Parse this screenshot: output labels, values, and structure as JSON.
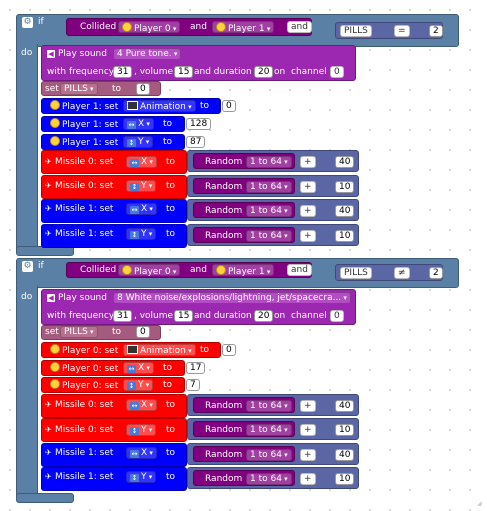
{
  "if_block_1": {
    "if_label": "if",
    "do_label": "do",
    "condition": {
      "collided_label": "Collided",
      "object_a": "Player 0",
      "and_label": "and",
      "object_b": "Player 1",
      "logic_op": "and",
      "var": "PILLS",
      "compare_op": "=",
      "value": "2"
    },
    "sound": {
      "play_label": "Play sound",
      "sound_name": "4 Pure tone.",
      "freq_label": "with frequency",
      "freq": "31",
      "vol_label": ", volume",
      "vol": "15",
      "dur_label": "and duration",
      "dur": "20",
      "on_label": "on",
      "channel_label": "channel",
      "channel": "0"
    },
    "set_var": {
      "set_label": "set",
      "var": "PILLS",
      "to_label": "to",
      "value": "0"
    },
    "sets": [
      {
        "label": "Player 1: set",
        "prop": "Animation",
        "to": "to",
        "value": "0"
      },
      {
        "label": "Player 1: set",
        "prop": "X",
        "to": "to",
        "value": "128"
      },
      {
        "label": "Player 1: set",
        "prop": "Y",
        "to": "to",
        "value": "87"
      }
    ],
    "missiles": [
      {
        "label": "Missile 0: set",
        "prop": "X",
        "to": "to",
        "random": "Random",
        "range": "1 to 64",
        "op": "+",
        "value": "40"
      },
      {
        "label": "Missile 0: set",
        "prop": "Y",
        "to": "to",
        "random": "Random",
        "range": "1 to 64",
        "op": "+",
        "value": "10"
      },
      {
        "label": "Missile 1: set",
        "prop": "X",
        "to": "to",
        "random": "Random",
        "range": "1 to 64",
        "op": "+",
        "value": "40"
      },
      {
        "label": "Missile 1: set",
        "prop": "Y",
        "to": "to",
        "random": "Random",
        "range": "1 to 64",
        "op": "+",
        "value": "10"
      }
    ]
  },
  "if_block_2": {
    "if_label": "if",
    "do_label": "do",
    "condition": {
      "collided_label": "Collided",
      "object_a": "Player 0",
      "and_label": "and",
      "object_b": "Player 1",
      "logic_op": "and",
      "var": "PILLS",
      "compare_op": "≠",
      "value": "2"
    },
    "sound": {
      "play_label": "Play sound",
      "sound_name": "8 White noise/explosions/lightning, jet/spacecra...",
      "freq_label": "with frequency",
      "freq": "31",
      "vol_label": ", volume",
      "vol": "15",
      "dur_label": "and duration",
      "dur": "20",
      "on_label": "on",
      "channel_label": "channel",
      "channel": "0"
    },
    "set_var": {
      "set_label": "set",
      "var": "PILLS",
      "to_label": "to",
      "value": "0"
    },
    "sets": [
      {
        "label": "Player 0: set",
        "prop": "Animation",
        "to": "to",
        "value": "0"
      },
      {
        "label": "Player 0: set",
        "prop": "X",
        "to": "to",
        "value": "17"
      },
      {
        "label": "Player 0: set",
        "prop": "Y",
        "to": "to",
        "value": "7"
      }
    ],
    "missiles": [
      {
        "label": "Missile 0: set",
        "prop": "X",
        "to": "to",
        "random": "Random",
        "range": "1 to 64",
        "op": "+",
        "value": "40"
      },
      {
        "label": "Missile 0: set",
        "prop": "Y",
        "to": "to",
        "random": "Random",
        "range": "1 to 64",
        "op": "+",
        "value": "10"
      },
      {
        "label": "Missile 1: set",
        "prop": "X",
        "to": "to",
        "random": "Random",
        "range": "1 to 64",
        "op": "+",
        "value": "40"
      },
      {
        "label": "Missile 1: set",
        "prop": "Y",
        "to": "to",
        "random": "Random",
        "range": "1 to 64",
        "op": "+",
        "value": "10"
      }
    ]
  },
  "colors": {
    "logic": "#5b80a5",
    "sound": "#9c27b0",
    "variables": "#a55b80",
    "player0": "#ff0000",
    "player1": "#0000ff",
    "collision": "#800080",
    "math": "#5b67a5"
  }
}
